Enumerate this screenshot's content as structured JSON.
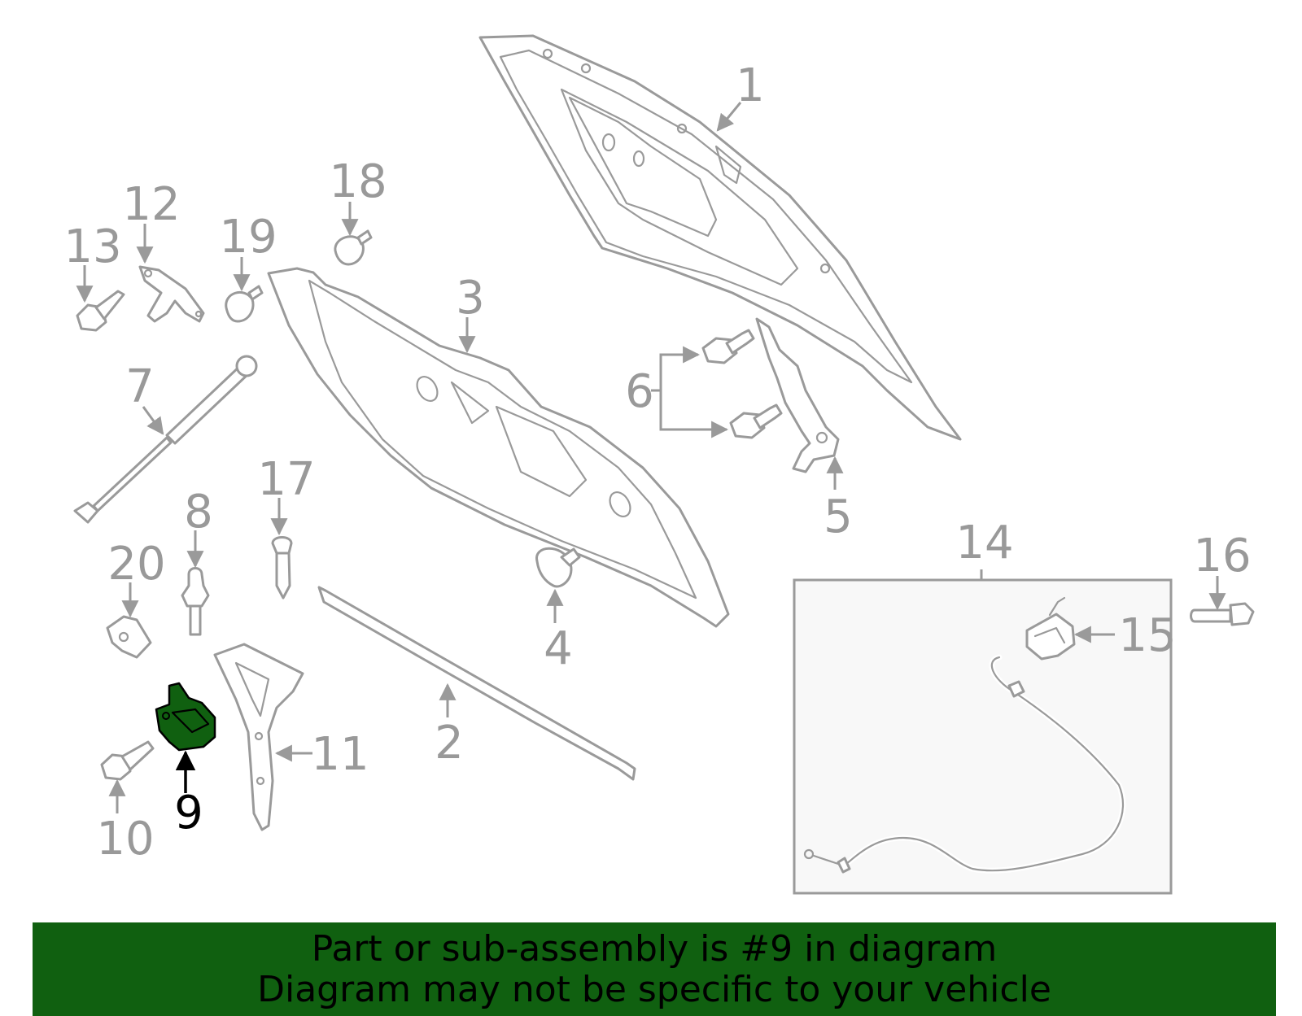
{
  "callouts": {
    "c1": "1",
    "c2": "2",
    "c3": "3",
    "c4": "4",
    "c5": "5",
    "c6": "6",
    "c7": "7",
    "c8": "8",
    "c9": "9",
    "c10": "10",
    "c11": "11",
    "c12": "12",
    "c13": "13",
    "c14": "14",
    "c15": "15",
    "c16": "16",
    "c17": "17",
    "c18": "18",
    "c19": "19",
    "c20": "20"
  },
  "highlight": {
    "part_number": "9",
    "color": "#106010"
  },
  "banner": {
    "line1": "Part or sub-assembly is #9 in diagram",
    "line2": "Diagram may not be specific to your vehicle",
    "background": "#106010"
  }
}
